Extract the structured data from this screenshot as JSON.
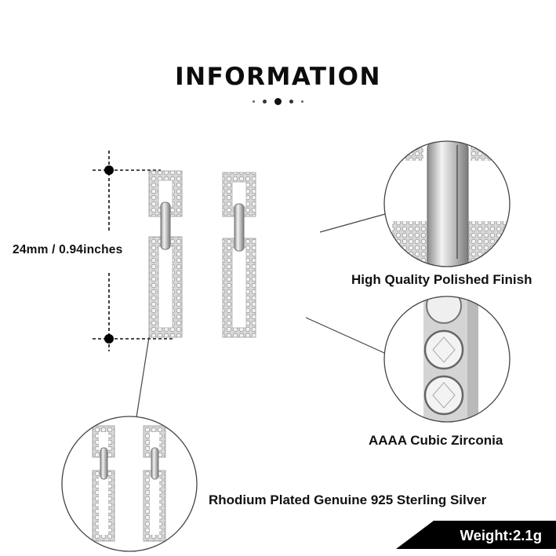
{
  "header": {
    "title": "INFORMATION"
  },
  "dimension": {
    "label": "24mm / 0.94inches"
  },
  "features": [
    {
      "label": "High Quality Polished Finish",
      "icon": "polished-clasp-closeup"
    },
    {
      "label": "AAAA Cubic Zirconia",
      "icon": "zirconia-stones-closeup"
    },
    {
      "label": "Rhodium Plated Genuine 925 Sterling Silver",
      "icon": "earrings-pair-closeup"
    }
  ],
  "weight": {
    "label": "Weight:2.1g"
  },
  "colors": {
    "text": "#111111",
    "badge": "#000000",
    "badge_text": "#ffffff",
    "silver": "#c9c9c9"
  }
}
